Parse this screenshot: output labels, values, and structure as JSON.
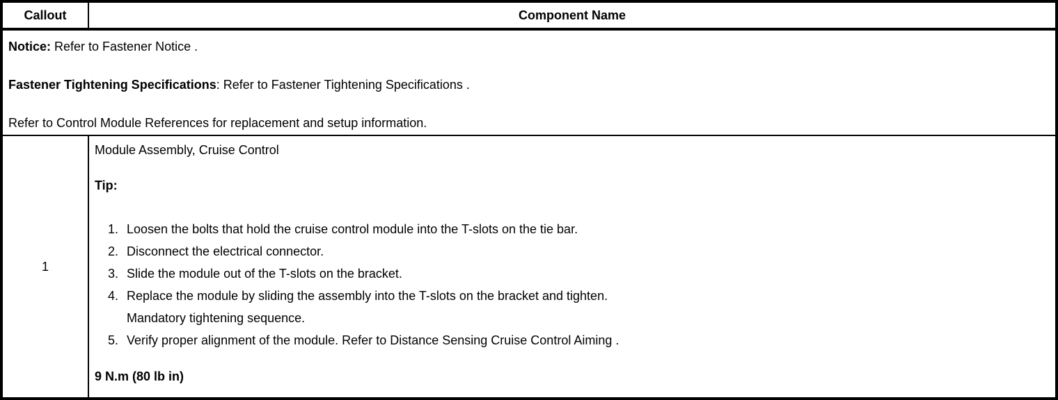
{
  "table": {
    "header": {
      "callout": "Callout",
      "component_name": "Component Name"
    },
    "notice_section": {
      "lines": [
        {
          "bold": "Notice:",
          "text": " Refer to Fastener Notice ."
        },
        {
          "bold": "Fastener Tightening Specifications",
          "text": ": Refer to Fastener Tightening Specifications ."
        },
        {
          "bold": "",
          "text": "Refer to Control Module References for replacement and setup information."
        }
      ]
    },
    "rows": [
      {
        "callout": "1",
        "component_title": "Module Assembly, Cruise Control",
        "tip_label": "Tip:",
        "steps": [
          {
            "num": "1.",
            "text": "Loosen the bolts that hold the cruise control module into the T-slots on the tie bar."
          },
          {
            "num": "2.",
            "text": "Disconnect the electrical connector."
          },
          {
            "num": "3.",
            "text": "Slide the module out of the T-slots on the bracket."
          },
          {
            "num": "4.",
            "text": "Replace the module by sliding the assembly into the T-slots on the bracket and tighten.",
            "text2": "Mandatory tightening sequence."
          },
          {
            "num": "5.",
            "text": "Verify proper alignment of the module. Refer to Distance Sensing Cruise Control Aiming ."
          }
        ],
        "torque": "9 N.m (80 lb in)"
      }
    ],
    "colors": {
      "border": "#000000",
      "text": "#000000",
      "background": "#ffffff"
    }
  }
}
